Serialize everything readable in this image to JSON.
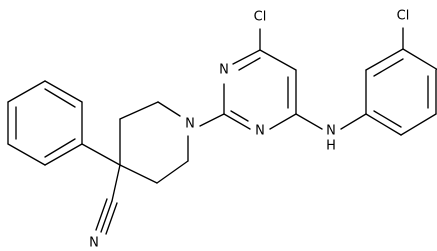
{
  "atoms": {
    "cl_top": "Cl",
    "cl_right": "Cl",
    "n_pyr_upper": "N",
    "n_pyr_lower": "N",
    "n_piperidine": "N",
    "nh_label": "N",
    "h_label": "H",
    "n_nitrile": "N"
  }
}
